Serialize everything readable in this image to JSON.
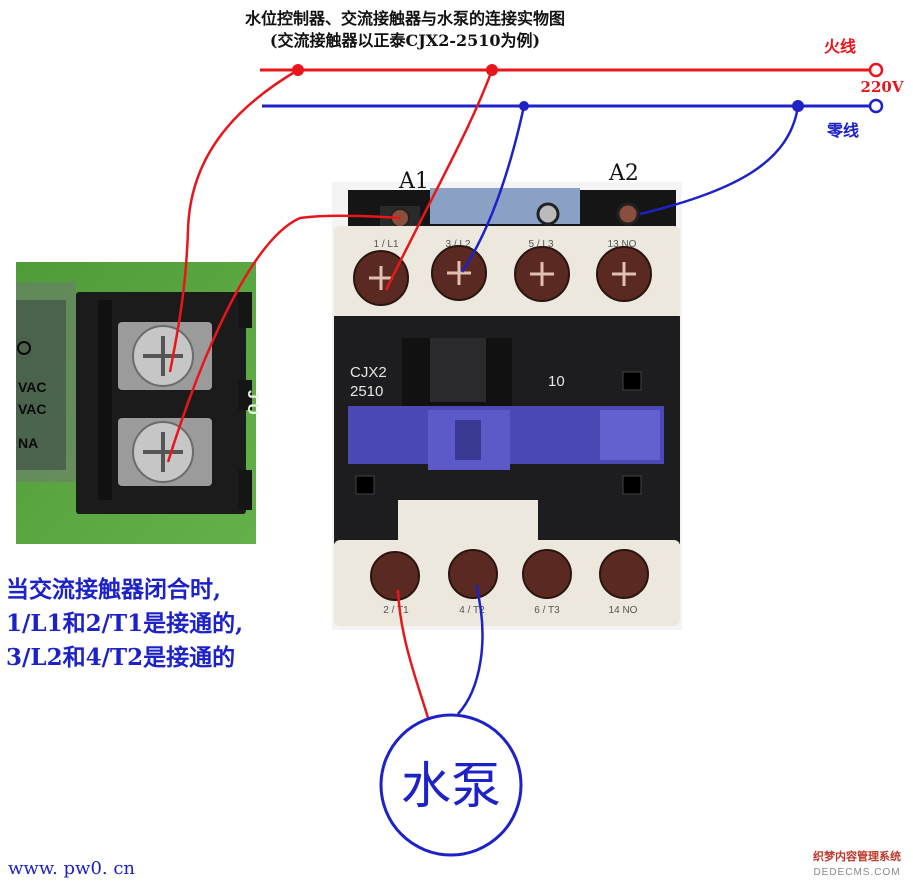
{
  "title": {
    "line1": "水位控制器、交流接触器与水泵的连接实物图",
    "line2": "(交流接触器以正泰CJX2-2510为例)"
  },
  "power": {
    "live_label": "火线",
    "voltage_label": "220V",
    "neutral_label": "零线"
  },
  "coil": {
    "a1_label": "A1",
    "a2_label": "A2"
  },
  "contactor": {
    "model_line1": "CJX2",
    "model_line2": "2510",
    "rating": "10",
    "top_terminals": [
      "1 / L1",
      "3 / L2",
      "5 / L3",
      "13 NO"
    ],
    "bottom_terminals": [
      "2 / T1",
      "4 / T2",
      "6 / T3",
      "14 NO"
    ]
  },
  "controller": {
    "labels": [
      "VAC",
      "VAC",
      "NA"
    ],
    "vertical_text": "J U"
  },
  "note": {
    "line1": "当交流接触器闭合时,",
    "line2": "1/L1和2/T1是接通的,",
    "line3": "3/L2和4/T2是接通的"
  },
  "pump": {
    "label": "水泵"
  },
  "footer": {
    "website": "www. pw0. cn",
    "watermark_line1": "织梦内容管理系统",
    "watermark_line2": "DEDECMS.COM"
  },
  "colors": {
    "live": "#e8161b",
    "neutral": "#1c22c8",
    "contactor_body": "#1d1d1f",
    "contactor_cream": "#ece8de",
    "slider": "#4b4ab4",
    "pcb_green": "#4b9a35"
  }
}
